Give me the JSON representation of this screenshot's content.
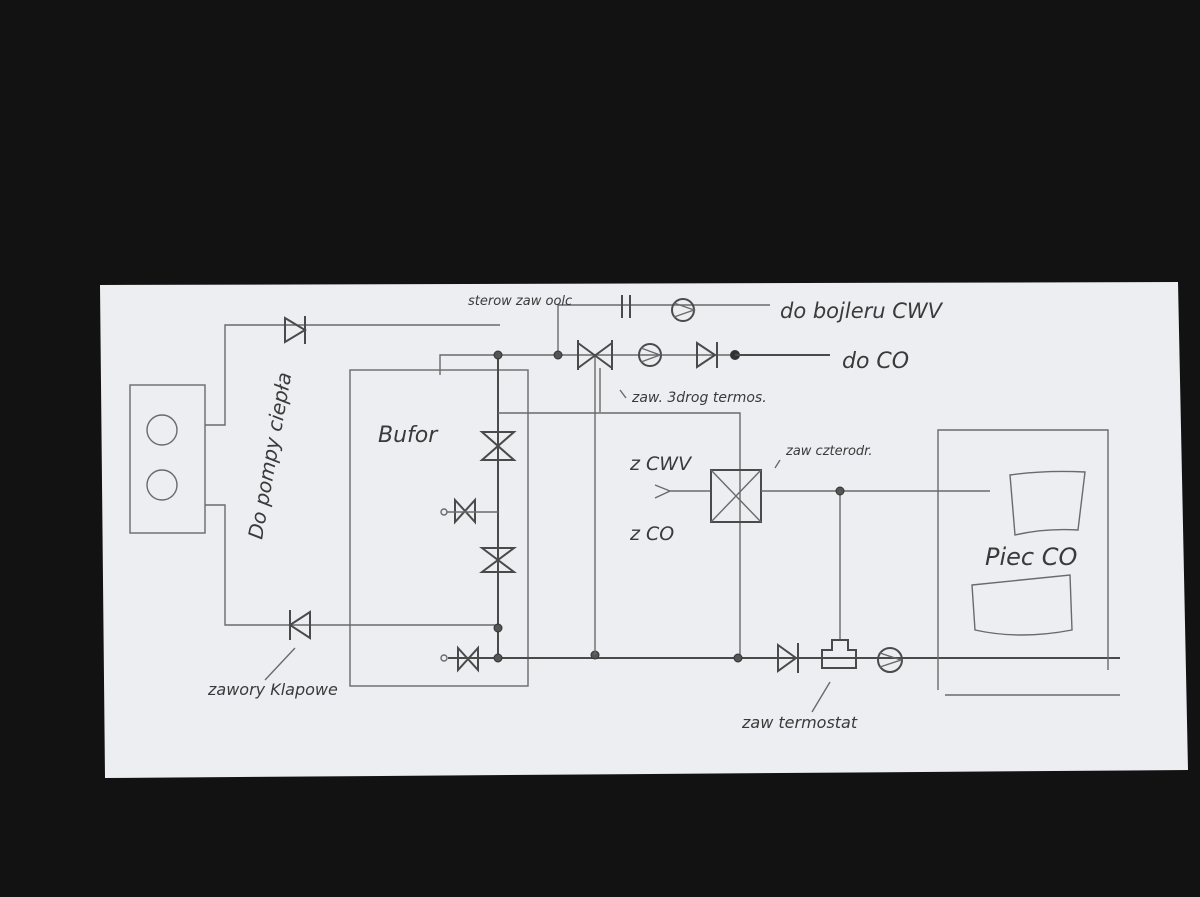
{
  "labels": {
    "control_valve": "sterow zaw oolc",
    "to_dhw_boiler": "do bojleru CWV",
    "to_ch": "do CO",
    "three_way_valve": "zaw. 3drog termos.",
    "buffer": "Bufor",
    "heat_pump": "Do pompy ciepła",
    "from_dhw": "z CWV",
    "from_ch": "z CO",
    "mixing_valve": "zaw czterodr.",
    "boiler": "Piec CO",
    "check_valves": "zawory Klapowe",
    "thermostatic_valve": "zaw termostat"
  },
  "colors": {
    "background": "#121212",
    "paper": "#eceef2",
    "pencil": "#4a4a4a"
  }
}
